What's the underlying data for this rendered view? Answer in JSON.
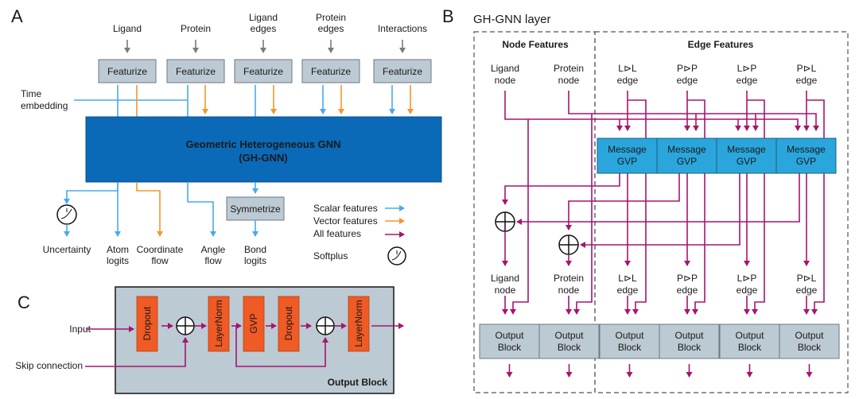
{
  "panels": {
    "a": "A",
    "b": "B",
    "c": "C"
  },
  "colors": {
    "scalar": "#48aaf0",
    "vector": "#f5962e",
    "all": "#a5156f",
    "gnn": "#0a6ab8",
    "message": "#2aa6dd",
    "featurize_box": "#bccad3",
    "layer": "#f05a24"
  },
  "panel_a": {
    "inputs": [
      {
        "label_lines": [
          "Ligand"
        ],
        "box": "Featurize"
      },
      {
        "label_lines": [
          "Protein"
        ],
        "box": "Featurize"
      },
      {
        "label_lines": [
          "Ligand",
          "edges"
        ],
        "box": "Featurize"
      },
      {
        "label_lines": [
          "Protein",
          "edges"
        ],
        "box": "Featurize"
      },
      {
        "label_lines": [
          "Interactions"
        ],
        "box": "Featurize"
      }
    ],
    "time_embedding": [
      "Time",
      "embedding"
    ],
    "gnn_title": [
      "Geometric Heterogeneous GNN",
      "(GH-GNN)"
    ],
    "symmetrize": "Symmetrize",
    "outputs": [
      {
        "lines": [
          "Uncertainty"
        ]
      },
      {
        "lines": [
          "Atom",
          "logits"
        ]
      },
      {
        "lines": [
          "Coordinate",
          "flow"
        ]
      },
      {
        "lines": [
          "Angle",
          "flow"
        ]
      },
      {
        "lines": [
          "Bond",
          "logits"
        ]
      }
    ],
    "legend": [
      {
        "label": "Scalar features",
        "kind": "scalar"
      },
      {
        "label": "Vector features",
        "kind": "vector"
      },
      {
        "label": "All features",
        "kind": "all"
      },
      {
        "label": "Softplus",
        "kind": "softplus-icon"
      }
    ]
  },
  "panel_b": {
    "title": "GH-GNN layer",
    "node_section": "Node Features",
    "edge_section": "Edge Features",
    "inputs": [
      {
        "lines": [
          "Ligand",
          "node"
        ]
      },
      {
        "lines": [
          "Protein",
          "node"
        ]
      },
      {
        "lines": [
          "L⊳L",
          "edge"
        ]
      },
      {
        "lines": [
          "P⊳P",
          "edge"
        ]
      },
      {
        "lines": [
          "L⊳P",
          "edge"
        ]
      },
      {
        "lines": [
          "P⊳L",
          "edge"
        ]
      }
    ],
    "message_blocks": [
      [
        "Message",
        "GVP"
      ],
      [
        "Message",
        "GVP"
      ],
      [
        "Message",
        "GVP"
      ],
      [
        "Message",
        "GVP"
      ]
    ],
    "outputs": [
      {
        "lines": [
          "Ligand",
          "node"
        ]
      },
      {
        "lines": [
          "Protein",
          "node"
        ]
      },
      {
        "lines": [
          "L⊳L",
          "edge"
        ]
      },
      {
        "lines": [
          "P⊳P",
          "edge"
        ]
      },
      {
        "lines": [
          "L⊳P",
          "edge"
        ]
      },
      {
        "lines": [
          "P⊳L",
          "edge"
        ]
      }
    ],
    "output_blocks": [
      [
        "Output",
        "Block"
      ],
      [
        "Output",
        "Block"
      ],
      [
        "Output",
        "Block"
      ],
      [
        "Output",
        "Block"
      ],
      [
        "Output",
        "Block"
      ],
      [
        "Output",
        "Block"
      ]
    ]
  },
  "panel_c": {
    "input": "Input",
    "skip": "Skip connection",
    "block_title": "Output Block",
    "layers": [
      "Dropout",
      "LayerNorm",
      "GVP",
      "Dropout",
      "LayerNorm"
    ]
  }
}
